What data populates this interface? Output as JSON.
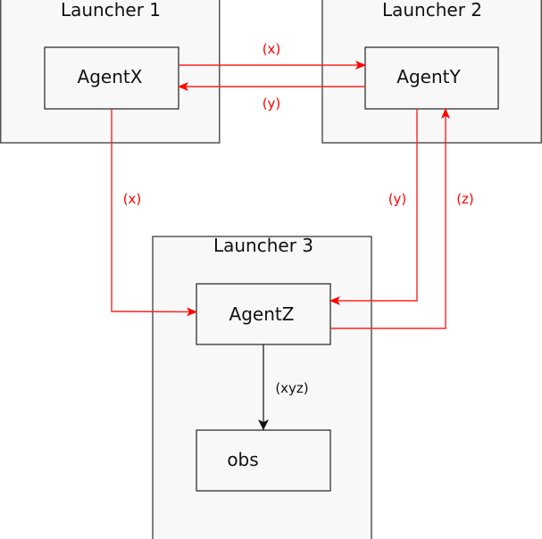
{
  "colors": {
    "message_edge": "#ff0000",
    "observation_edge": "#111111",
    "box_fill": "#f8f8f8"
  },
  "launchers": [
    {
      "id": "l1",
      "title": "Launcher 1"
    },
    {
      "id": "l2",
      "title": "Launcher 2"
    },
    {
      "id": "l3",
      "title": "Launcher 3"
    }
  ],
  "agents": [
    {
      "id": "agentx",
      "label": "AgentX",
      "launcher": "l1"
    },
    {
      "id": "agenty",
      "label": "AgentY",
      "launcher": "l2"
    },
    {
      "id": "agentz",
      "label": "AgentZ",
      "launcher": "l3"
    },
    {
      "id": "obs",
      "label": "obs",
      "launcher": "l3"
    }
  ],
  "edges": [
    {
      "from": "AgentX",
      "to": "AgentY",
      "label": "(x)"
    },
    {
      "from": "AgentY",
      "to": "AgentX",
      "label": "(y)"
    },
    {
      "from": "AgentX",
      "to": "AgentZ",
      "label": "(x)"
    },
    {
      "from": "AgentY",
      "to": "AgentZ",
      "label": "(y)"
    },
    {
      "from": "AgentZ",
      "to": "AgentY",
      "label": "(z)"
    },
    {
      "from": "AgentZ",
      "to": "obs",
      "label": "(xyz)"
    }
  ]
}
